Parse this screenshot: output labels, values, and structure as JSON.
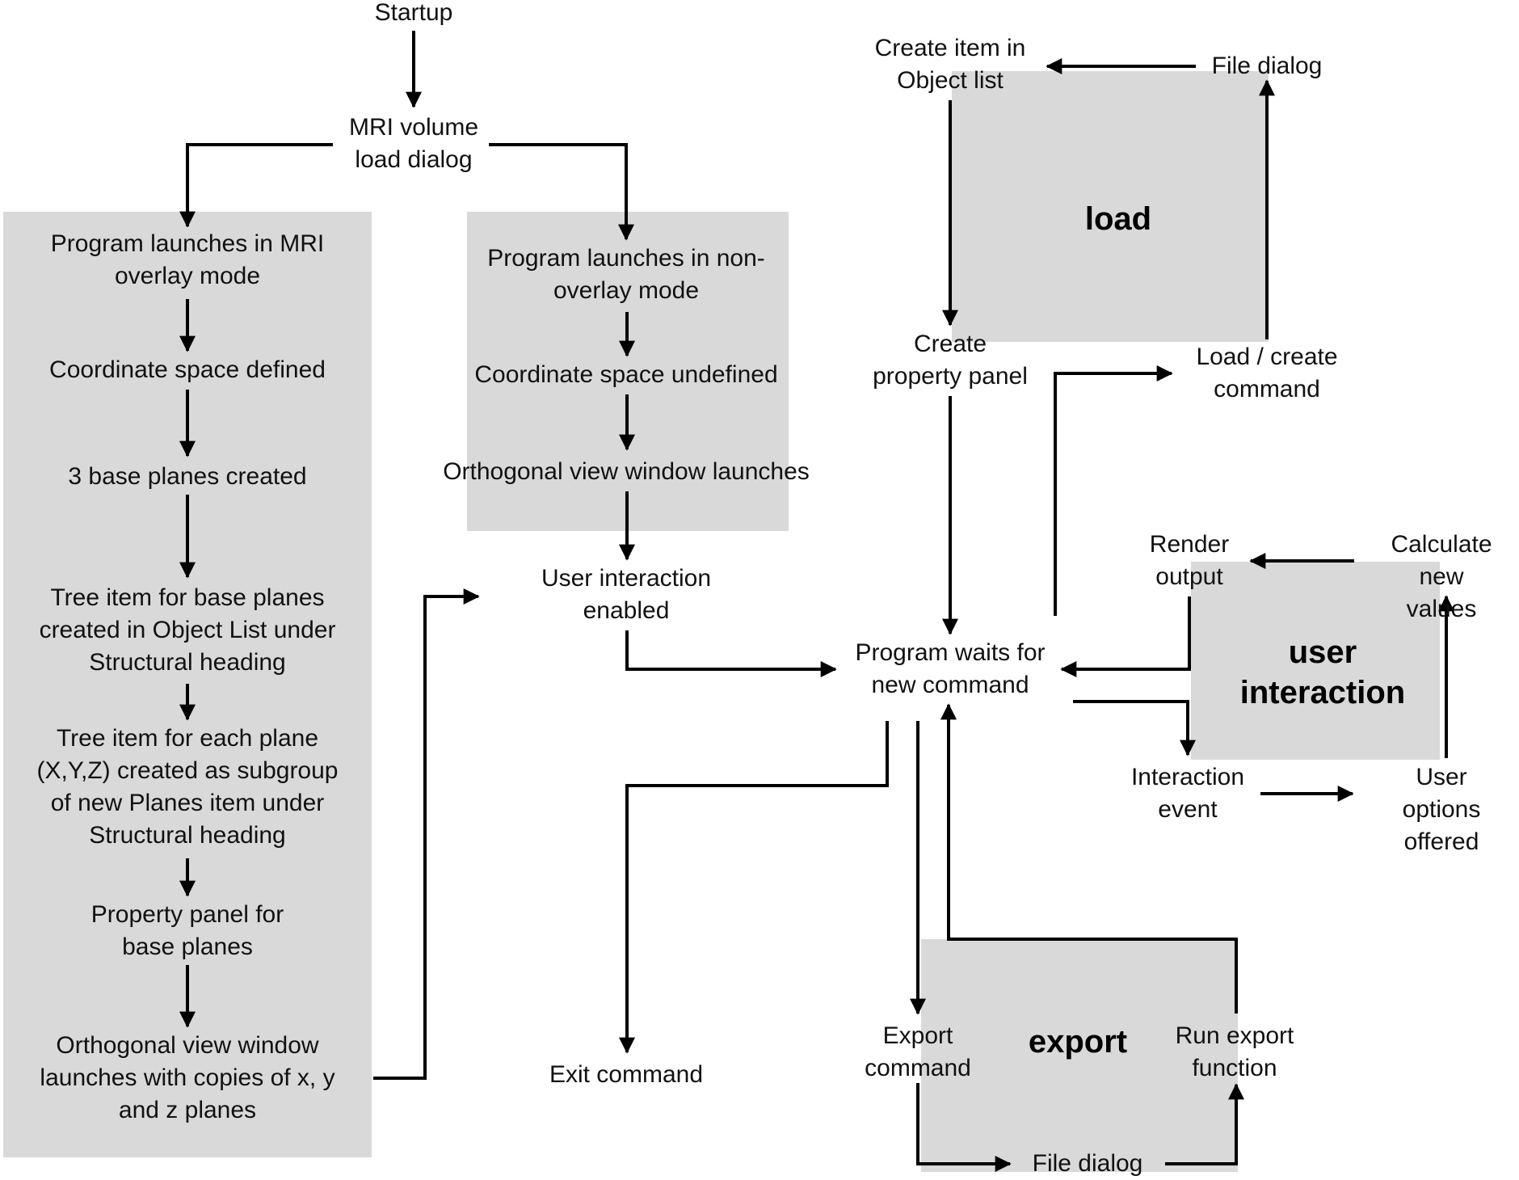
{
  "nodes": {
    "startup": "Startup",
    "mri_dialog": "MRI volume\nload dialog",
    "overlay_launch": "Program launches in MRI\noverlay mode",
    "coord_defined": "Coordinate space defined",
    "base_planes": "3 base planes created",
    "tree_base": "Tree item for base planes\ncreated in Object List under\nStructural heading",
    "tree_each": "Tree item for each plane\n(X,Y,Z) created as subgroup\nof new Planes item under\nStructural heading",
    "prop_base": "Property panel for\nbase planes",
    "ortho_copies": "Orthogonal view window\nlaunches with copies of x, y\nand z planes",
    "nonoverlay_launch": "Program launches in non-\noverlay mode",
    "coord_undefined": "Coordinate space undefined",
    "ortho_launch": "Orthogonal view window launches",
    "user_enabled": "User interaction\nenabled",
    "exit_cmd": "Exit command",
    "wait_cmd": "Program waits for\nnew command",
    "create_item": "Create item in\nObject list",
    "file_dialog_load": "File dialog",
    "create_prop": "Create\nproperty panel",
    "load_create": "Load / create\ncommand",
    "render_output": "Render\noutput",
    "calc_values": "Calculate\nnew values",
    "interaction_event": "Interaction\nevent",
    "user_options": "User options\noffered",
    "export_cmd": "Export\ncommand",
    "run_export": "Run export\nfunction",
    "file_dialog_export": "File dialog"
  },
  "regions": {
    "load": "load",
    "user_interaction": "user\ninteraction",
    "export": "export"
  },
  "colors": {
    "region_fill": "#d9d9d9",
    "line": "#000000",
    "text": "#111111"
  }
}
